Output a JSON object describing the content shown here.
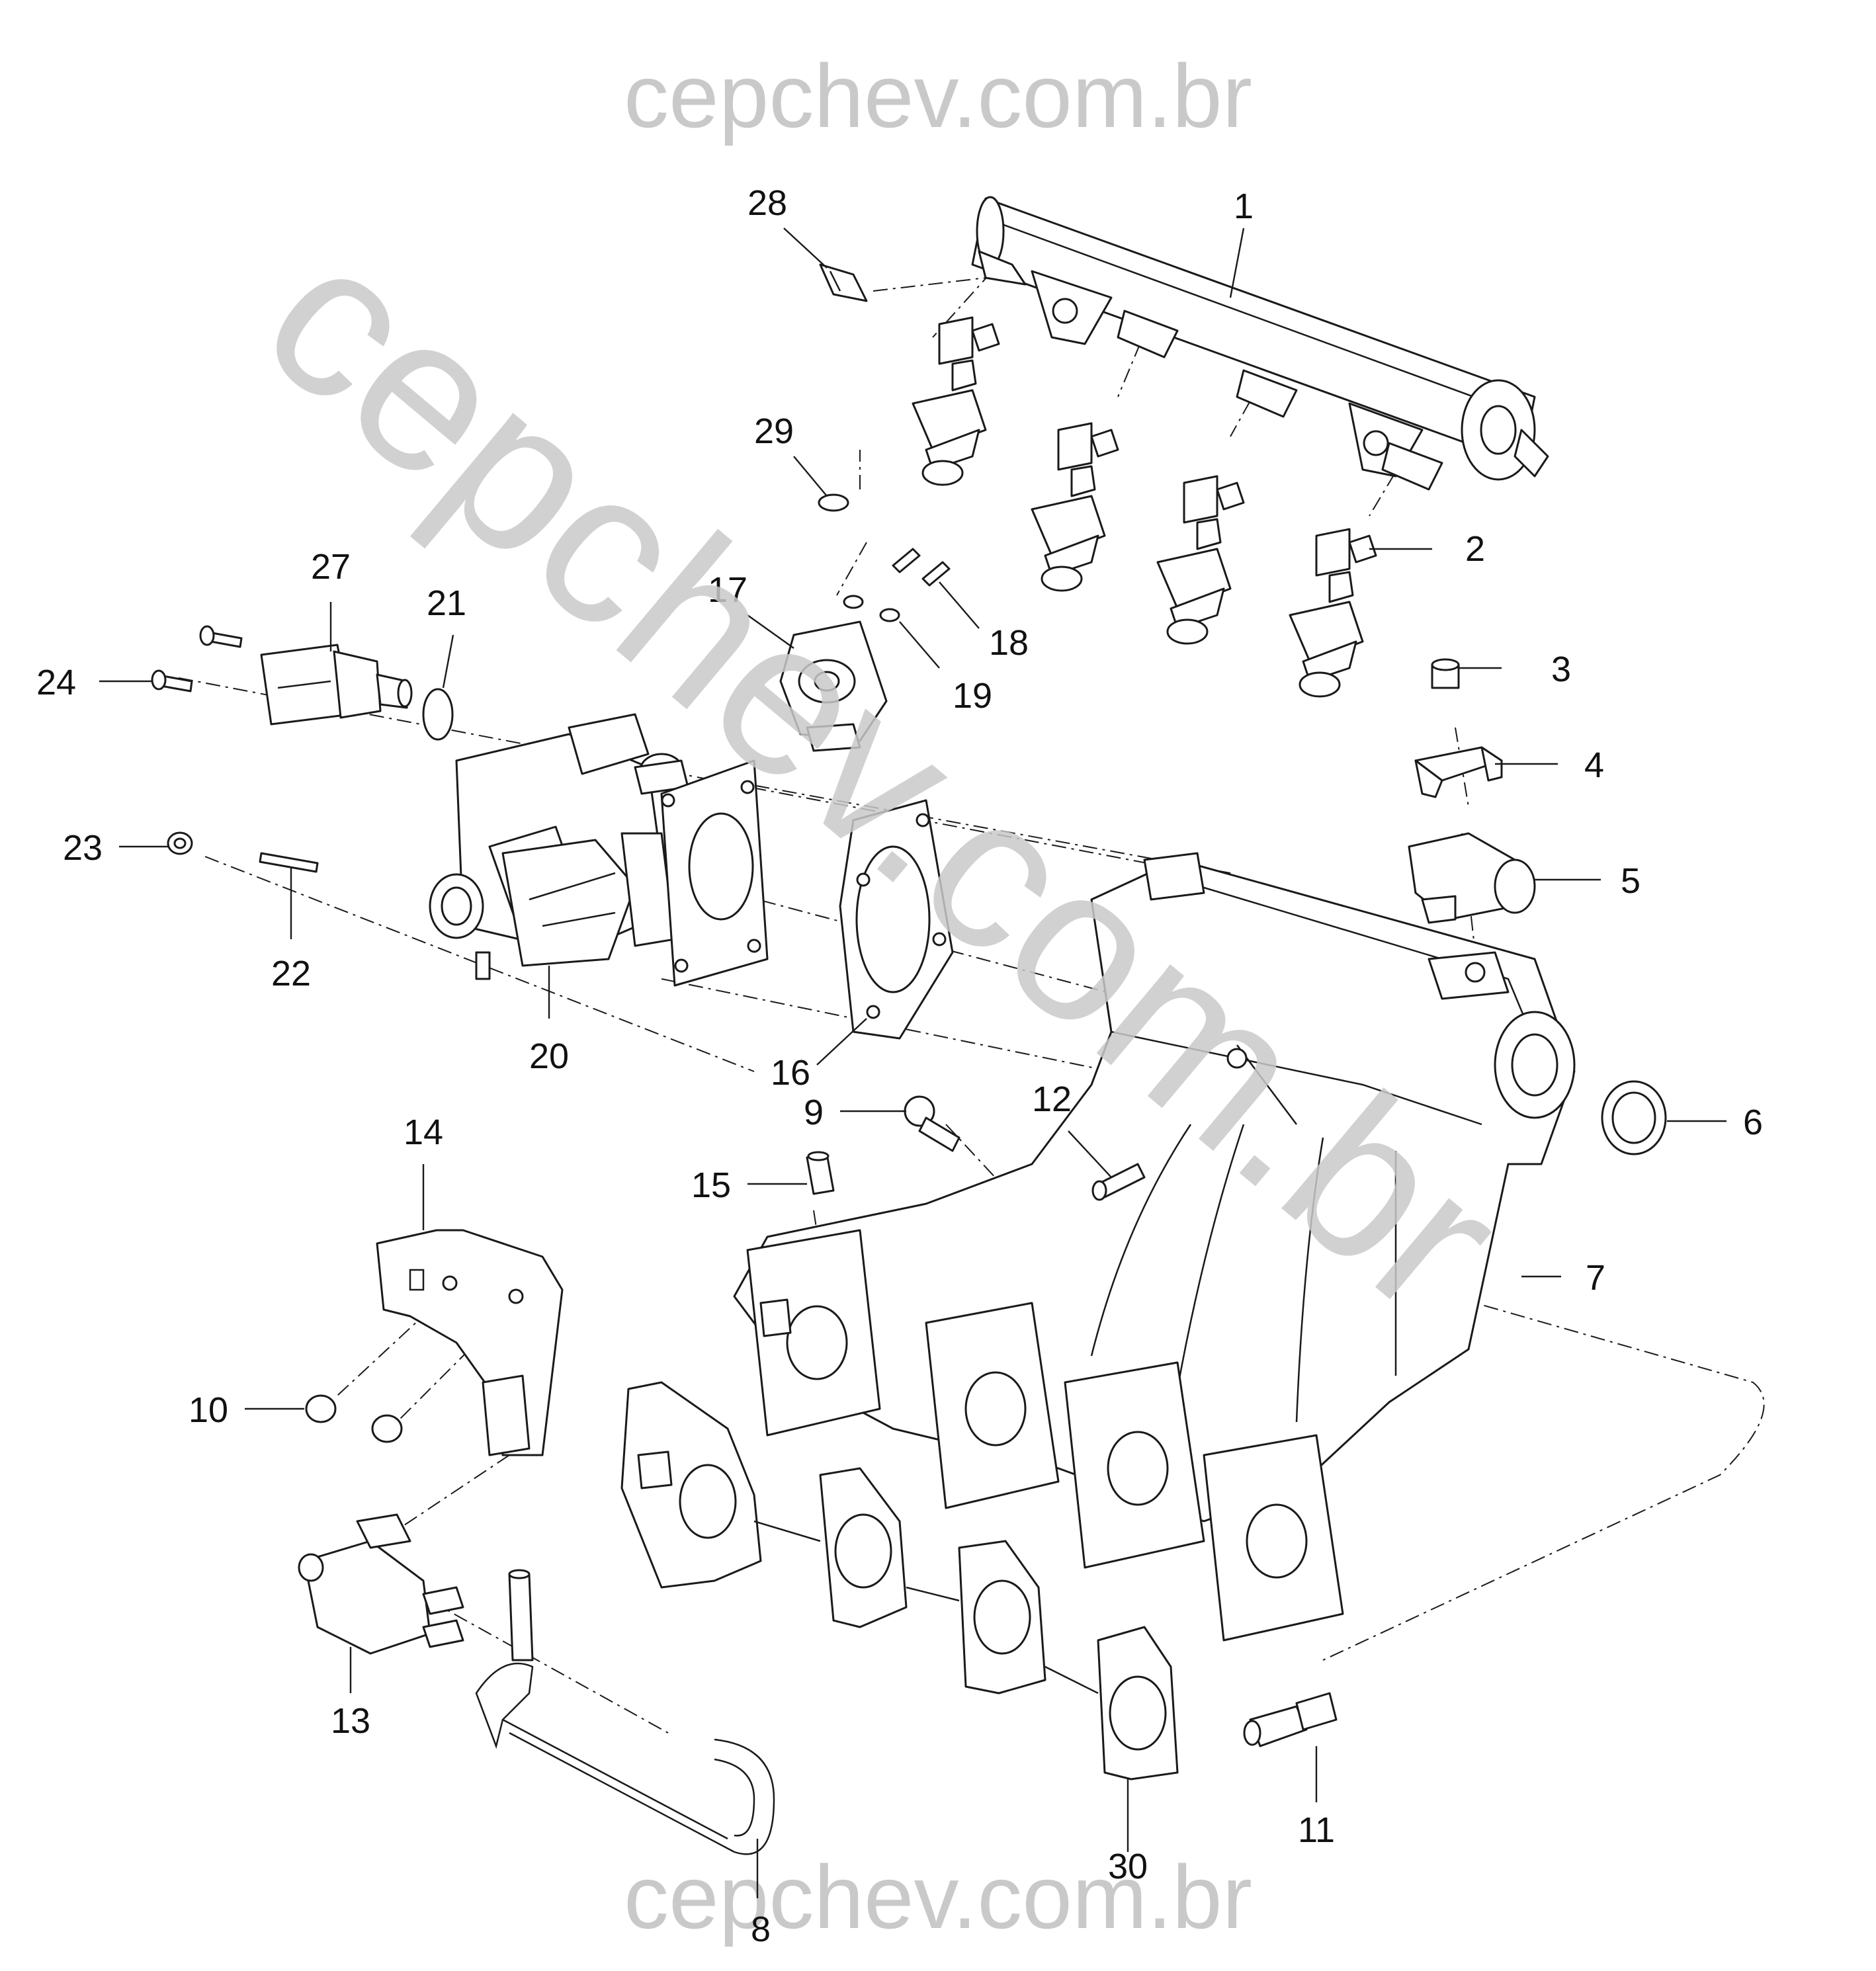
{
  "watermark": {
    "top": "cepchev.com.br",
    "bottom": "cepchev.com.br",
    "diagonal": "cepchev.com.br"
  },
  "callouts": {
    "n1": "1",
    "n2": "2",
    "n3": "3",
    "n4": "4",
    "n5": "5",
    "n6": "6",
    "n7": "7",
    "n8": "8",
    "n9": "9",
    "n10": "10",
    "n11": "11",
    "n12": "12",
    "n13": "13",
    "n14": "14",
    "n15": "15",
    "n16": "16",
    "n17": "17",
    "n18": "18",
    "n19": "19",
    "n20": "20",
    "n21": "21",
    "n22": "22",
    "n23": "23",
    "n24": "24",
    "n27": "27",
    "n28": "28",
    "n29": "29",
    "n30": "30"
  }
}
